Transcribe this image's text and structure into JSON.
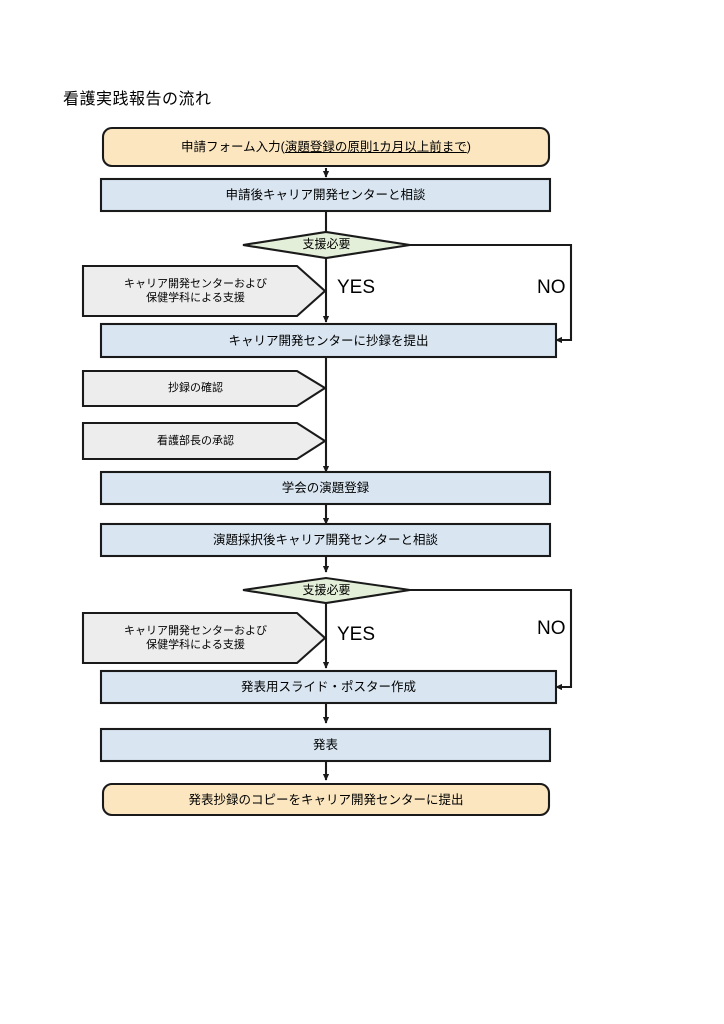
{
  "title": "看護実践報告の流れ",
  "colors": {
    "terminal_fill": "#fbe6c0",
    "process_fill": "#d9e6f2",
    "decision_fill": "#e3efd9",
    "support_fill": "#ededed",
    "stroke": "#1a1a1a",
    "text": "#000000",
    "background": "#ffffff"
  },
  "nodes": {
    "apply_form": {
      "label_prefix": "申請フォーム入力(",
      "label_underlined": "演題登録の原則1カ月以上前まで",
      "label_suffix": ")",
      "full_label": "申請フォーム入力(演題登録の原則1カ月以上前まで)",
      "shape": "rounded-rectangle",
      "fill": "terminal_fill"
    },
    "consult_after_apply": {
      "label": "申請後キャリア開発センターと相談",
      "shape": "rectangle",
      "fill": "process_fill"
    },
    "decision_support_1": {
      "label": "支援必要",
      "shape": "diamond",
      "fill": "decision_fill"
    },
    "support_1": {
      "line1": "キャリア開発センターおよび",
      "line2": "保健学科による支援",
      "shape": "pentagon-arrow",
      "fill": "support_fill"
    },
    "submit_abstract": {
      "label": "キャリア開発センターに抄録を提出",
      "shape": "rectangle",
      "fill": "process_fill"
    },
    "check_abstract": {
      "label": "抄録の確認",
      "shape": "pentagon-arrow",
      "fill": "support_fill"
    },
    "director_approval": {
      "label": "看護部長の承認",
      "shape": "pentagon-arrow",
      "fill": "support_fill"
    },
    "conference_registration": {
      "label": "学会の演題登録",
      "shape": "rectangle",
      "fill": "process_fill"
    },
    "consult_after_acceptance": {
      "label": "演題採択後キャリア開発センターと相談",
      "shape": "rectangle",
      "fill": "process_fill"
    },
    "decision_support_2": {
      "label": "支援必要",
      "shape": "diamond",
      "fill": "decision_fill"
    },
    "support_2": {
      "line1": "キャリア開発センターおよび",
      "line2": "保健学科による支援",
      "shape": "pentagon-arrow",
      "fill": "support_fill"
    },
    "create_slides": {
      "label": "発表用スライド・ポスター作成",
      "shape": "rectangle",
      "fill": "process_fill"
    },
    "presentation": {
      "label": "発表",
      "shape": "rectangle",
      "fill": "process_fill"
    },
    "submit_copy": {
      "label": "発表抄録のコピーをキャリア開発センターに提出",
      "shape": "rounded-rectangle",
      "fill": "terminal_fill"
    }
  },
  "branch_labels": {
    "yes_1": "YES",
    "no_1": "NO",
    "yes_2": "YES",
    "no_2": "NO"
  },
  "chart_data": {
    "type": "flowchart",
    "title": "看護実践報告の流れ",
    "orientation": "top-to-bottom",
    "steps": [
      {
        "id": "apply_form",
        "text": "申請フォーム入力(演題登録の原則1カ月以上前まで)",
        "type": "terminal"
      },
      {
        "id": "consult_after_apply",
        "text": "申請後キャリア開発センターと相談",
        "type": "process"
      },
      {
        "id": "decision_support_1",
        "text": "支援必要",
        "type": "decision",
        "branches": [
          "YES",
          "NO"
        ]
      },
      {
        "id": "support_1",
        "text": "キャリア開発センターおよび保健学科による支援",
        "type": "support"
      },
      {
        "id": "submit_abstract",
        "text": "キャリア開発センターに抄録を提出",
        "type": "process"
      },
      {
        "id": "check_abstract",
        "text": "抄録の確認",
        "type": "support"
      },
      {
        "id": "director_approval",
        "text": "看護部長の承認",
        "type": "support"
      },
      {
        "id": "conference_registration",
        "text": "学会の演題登録",
        "type": "process"
      },
      {
        "id": "consult_after_acceptance",
        "text": "演題採択後キャリア開発センターと相談",
        "type": "process"
      },
      {
        "id": "decision_support_2",
        "text": "支援必要",
        "type": "decision",
        "branches": [
          "YES",
          "NO"
        ]
      },
      {
        "id": "support_2",
        "text": "キャリア開発センターおよび保健学科による支援",
        "type": "support"
      },
      {
        "id": "create_slides",
        "text": "発表用スライド・ポスター作成",
        "type": "process"
      },
      {
        "id": "presentation",
        "text": "発表",
        "type": "process"
      },
      {
        "id": "submit_copy",
        "text": "発表抄録のコピーをキャリア開発センターに提出",
        "type": "terminal"
      }
    ],
    "edges": [
      {
        "from": "apply_form",
        "to": "consult_after_apply",
        "label": ""
      },
      {
        "from": "consult_after_apply",
        "to": "decision_support_1",
        "label": ""
      },
      {
        "from": "decision_support_1",
        "to": "submit_abstract",
        "label": "YES"
      },
      {
        "from": "decision_support_1",
        "to": "submit_abstract",
        "label": "NO"
      },
      {
        "from": "submit_abstract",
        "to": "conference_registration",
        "label": ""
      },
      {
        "from": "conference_registration",
        "to": "consult_after_acceptance",
        "label": ""
      },
      {
        "from": "consult_after_acceptance",
        "to": "decision_support_2",
        "label": ""
      },
      {
        "from": "decision_support_2",
        "to": "create_slides",
        "label": "YES"
      },
      {
        "from": "decision_support_2",
        "to": "create_slides",
        "label": "NO"
      },
      {
        "from": "create_slides",
        "to": "presentation",
        "label": ""
      },
      {
        "from": "presentation",
        "to": "submit_copy",
        "label": ""
      }
    ]
  }
}
